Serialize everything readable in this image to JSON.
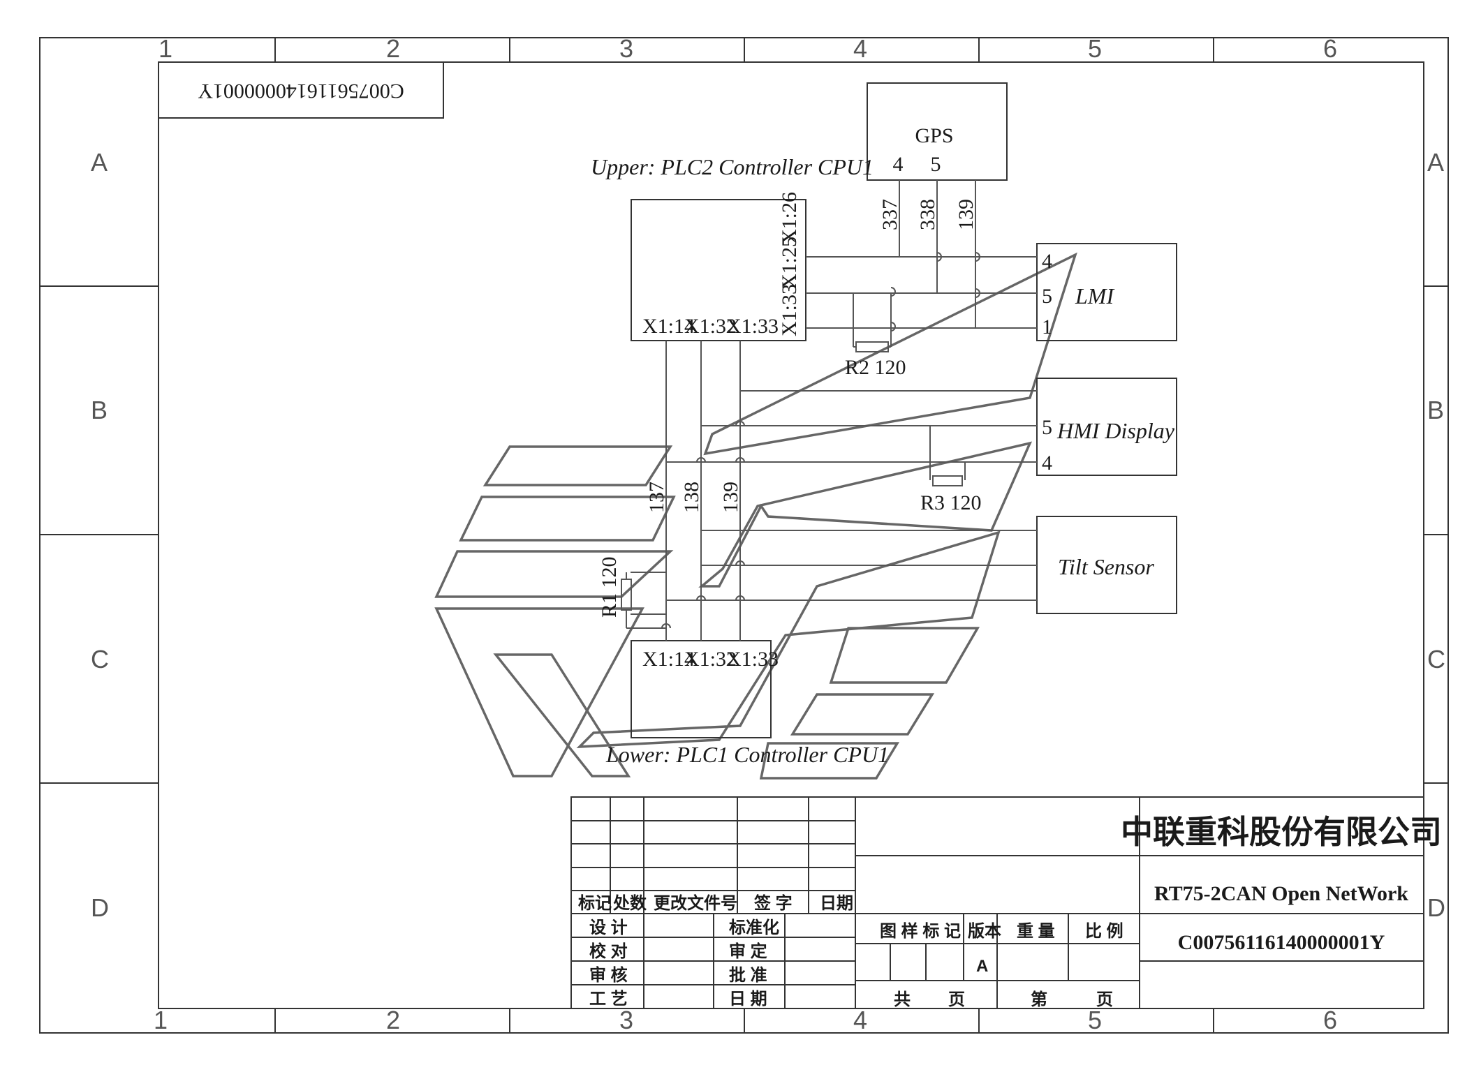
{
  "border": {
    "columns": [
      "1",
      "2",
      "3",
      "4",
      "5",
      "6"
    ],
    "rows": [
      "A",
      "B",
      "C",
      "D"
    ]
  },
  "drawing_number_inverted": "C00756116140000001Y",
  "components": {
    "gps": {
      "label": "GPS",
      "pins": [
        "4",
        "5"
      ]
    },
    "plc_upper": {
      "title": "Upper: PLC2 Controller CPU1",
      "bottom_pins": [
        "X1:14",
        "X1:32",
        "X1:33"
      ],
      "side_pins": [
        "X1:33",
        "X1:25",
        "X1:26"
      ]
    },
    "plc_lower": {
      "title": "Lower: PLC1 Controller CPU1",
      "top_pins": [
        "X1:14",
        "X1:32",
        "X1:33"
      ]
    },
    "lmi": {
      "label": "LMI",
      "pins": [
        "4",
        "5",
        "1"
      ]
    },
    "hmi": {
      "label": "HMI Display",
      "pins": [
        "5",
        "4"
      ]
    },
    "tilt": {
      "label": "Tilt Sensor"
    }
  },
  "wires": {
    "upper": [
      "337",
      "338",
      "139"
    ],
    "vertical": [
      "137",
      "138",
      "139"
    ]
  },
  "resistors": {
    "r1": "R1 120",
    "r2": "R2 120",
    "r3": "R3 120"
  },
  "title_block": {
    "company": "中联重科股份有限公司",
    "drawing_title": "RT75-2CAN Open NetWork",
    "drawing_number": "C00756116140000001Y",
    "revision_headers": [
      "标记",
      "处数",
      "更改文件号",
      "签 字",
      "日期"
    ],
    "sign_rows_left": [
      "设 计",
      "校 对",
      "审 核",
      "工 艺"
    ],
    "sign_rows_right": [
      "标准化",
      "审 定",
      "批 准",
      "日 期"
    ],
    "info_headers": [
      "图 样 标 记",
      "版本",
      "重 量",
      "比 例"
    ],
    "version": "A",
    "sheet_total": "共",
    "sheet_total_unit": "页",
    "sheet_num": "第",
    "sheet_num_unit": "页"
  }
}
